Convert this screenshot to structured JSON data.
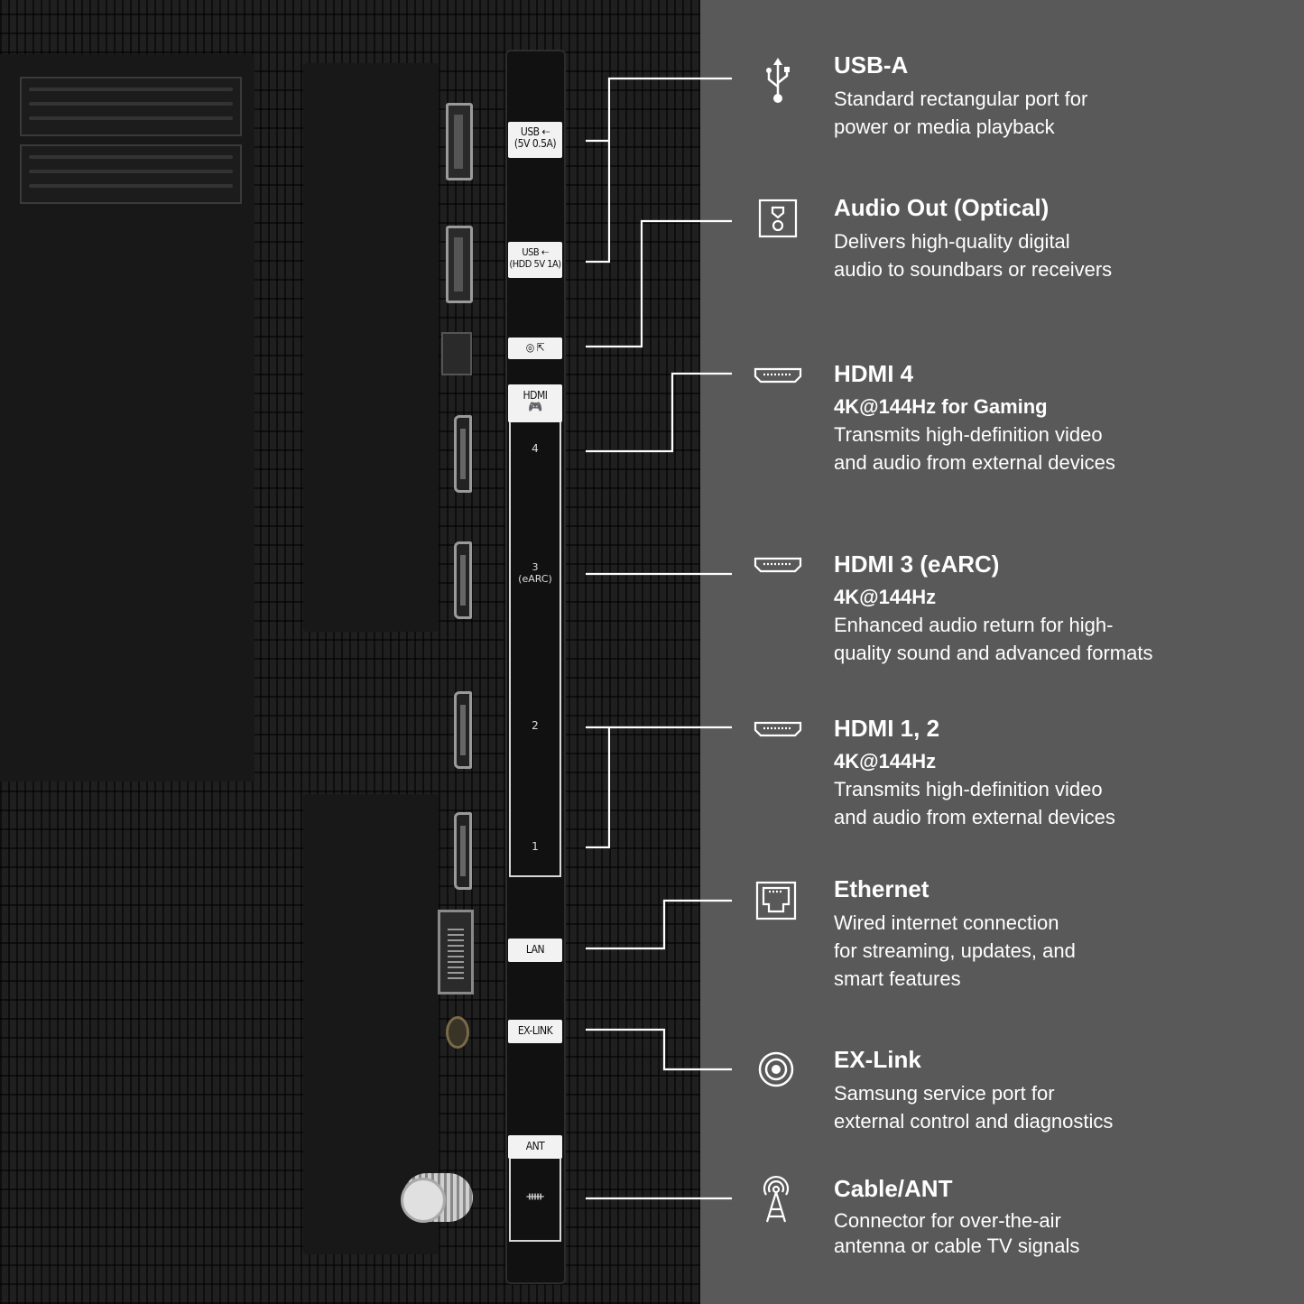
{
  "rail_labels": {
    "usb1": "USB ⇠\n(5V 0.5A)",
    "usb2": "USB ⇠\n(HDD 5V 1A)",
    "optical": "◎ ⇱",
    "hdmi": "HDMI",
    "hdmi4": "4",
    "hdmi3": "3\n(eARC)",
    "hdmi2": "2",
    "hdmi1": "1",
    "lan": "LAN",
    "exlink": "EX-LINK",
    "ant": "ANT",
    "ant_sym": "ᚔ"
  },
  "features": [
    {
      "icon": "usb-icon",
      "title": "USB-A",
      "subtitle": "",
      "description": "Standard rectangular port for\npower or media playback"
    },
    {
      "icon": "optical-audio-icon",
      "title": "Audio Out (Optical)",
      "subtitle": "",
      "description": "Delivers high-quality digital\naudio to soundbars or receivers"
    },
    {
      "icon": "hdmi-icon",
      "title": "HDMI 4",
      "subtitle": "4K@144Hz for Gaming",
      "description": "Transmits high-definition video\nand audio from external devices"
    },
    {
      "icon": "hdmi-icon",
      "title": "HDMI 3 (eARC)",
      "subtitle": "4K@144Hz",
      "description": "Enhanced audio return for high-\nquality sound and advanced formats"
    },
    {
      "icon": "hdmi-icon",
      "title": "HDMI 1, 2",
      "subtitle": "4K@144Hz",
      "description": "Transmits high-definition video\nand audio from external devices"
    },
    {
      "icon": "ethernet-icon",
      "title": "Ethernet",
      "subtitle": "",
      "description": "Wired internet connection\nfor streaming, updates, and\nsmart features"
    },
    {
      "icon": "ex-link-icon",
      "title": "EX-Link",
      "subtitle": "",
      "description": "Samsung service port for\nexternal control and diagnostics"
    },
    {
      "icon": "antenna-icon",
      "title": "Cable/ANT",
      "subtitle": "",
      "description": "Connector for over-the-air\nantenna or cable TV signals"
    }
  ]
}
